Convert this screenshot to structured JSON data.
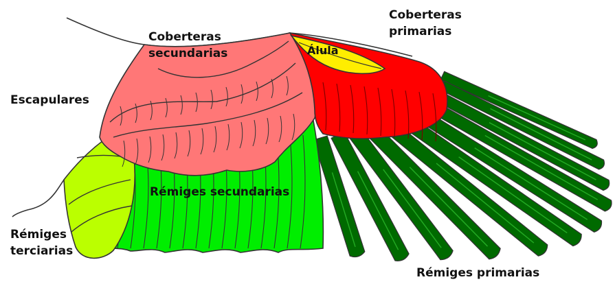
{
  "labels": {
    "coberteras_primarias": [
      "Coberteras",
      "primarias"
    ],
    "coberteras_secundarias": [
      "Coberteras",
      "secundarias"
    ],
    "escapulares": "Escapulares",
    "alula": "Álula",
    "remiges_secundarias": "Rémiges secundarias",
    "remiges_terciarias": [
      "Rémiges",
      "terciarias"
    ],
    "remiges_primarias": "Rémiges primarias"
  },
  "colors": {
    "remiges_primarias": "#006a00",
    "remiges_primarias_light": "#22a822",
    "remiges_secundarias": "#00ee00",
    "remiges_terciarias": "#bbff00",
    "coberteras_secundarias": "#ff7777",
    "coberteras_primarias": "#ff0000",
    "alula": "#ffee00",
    "outline": "#333333"
  }
}
